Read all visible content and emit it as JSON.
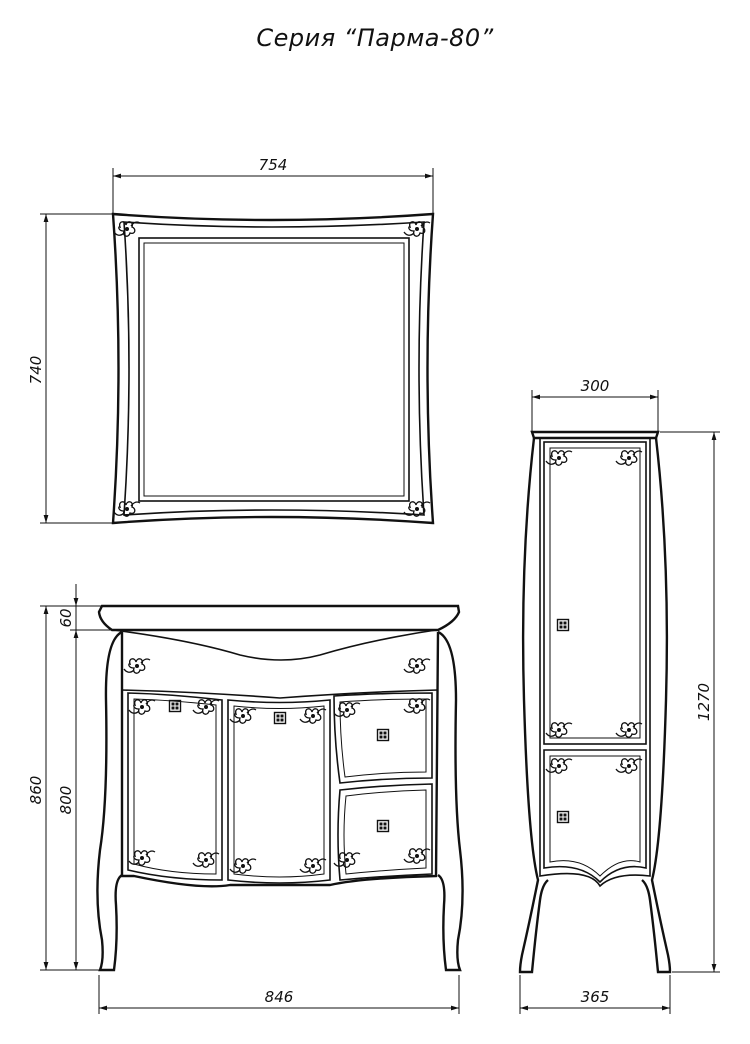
{
  "title": "Серия “Парма-80”",
  "dimensions": {
    "mirror_width": "754",
    "mirror_height": "740",
    "column_width": "300",
    "column_height": "1270",
    "column_depth": "365",
    "vanity_top_height": "60",
    "vanity_height_total": "860",
    "vanity_body_height": "800",
    "vanity_width": "846"
  }
}
